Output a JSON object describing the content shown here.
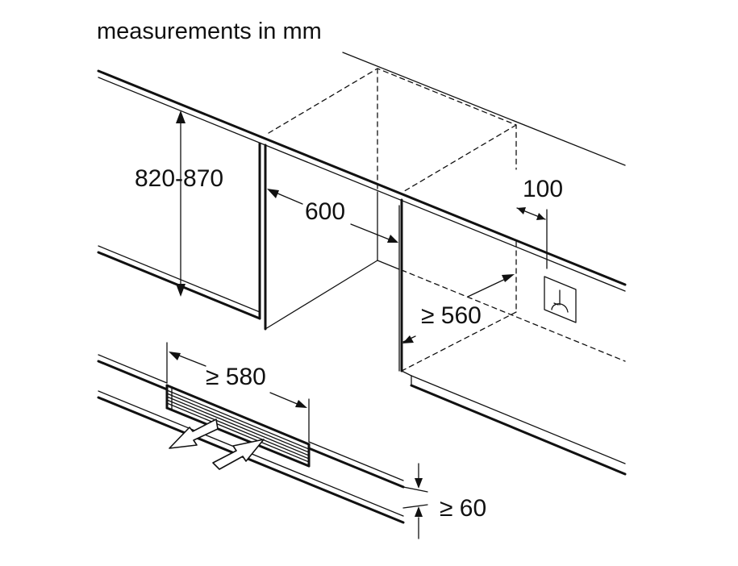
{
  "title": "measurements in mm",
  "dimensions": {
    "height": "820-870",
    "depth": "600",
    "clearance": "100",
    "niche_width": "≥ 560",
    "vent_width": "≥ 580",
    "vent_height": "≥ 60"
  },
  "icons": {
    "socket": "power-socket-icon",
    "airflow_out": "air-outflow-arrow-icon",
    "airflow_in": "air-inflow-arrow-icon"
  },
  "colors": {
    "ink": "#111111",
    "background": "#ffffff"
  }
}
